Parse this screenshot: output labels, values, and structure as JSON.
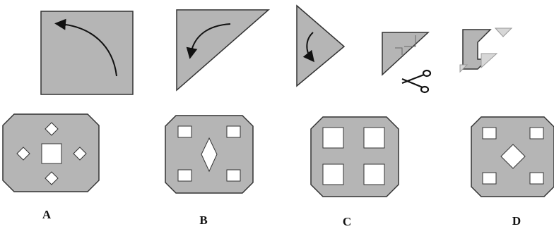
{
  "options": [
    {
      "label": "A"
    },
    {
      "label": "B"
    },
    {
      "label": "C"
    },
    {
      "label": "D"
    }
  ],
  "colors": {
    "paper_fill": "#b5b5b5",
    "stroke": "#333333",
    "hole_fill": "#ffffff",
    "arrow": "#111111",
    "cut_corner_fill": "#d7d7d7"
  },
  "icons": {
    "fold_steps": [
      "square-paper",
      "fold-arrow-icon",
      "triangle-paper",
      "fold-arrow-icon",
      "small-triangle-paper",
      "scissors-icon",
      "cut-result-paper"
    ]
  }
}
